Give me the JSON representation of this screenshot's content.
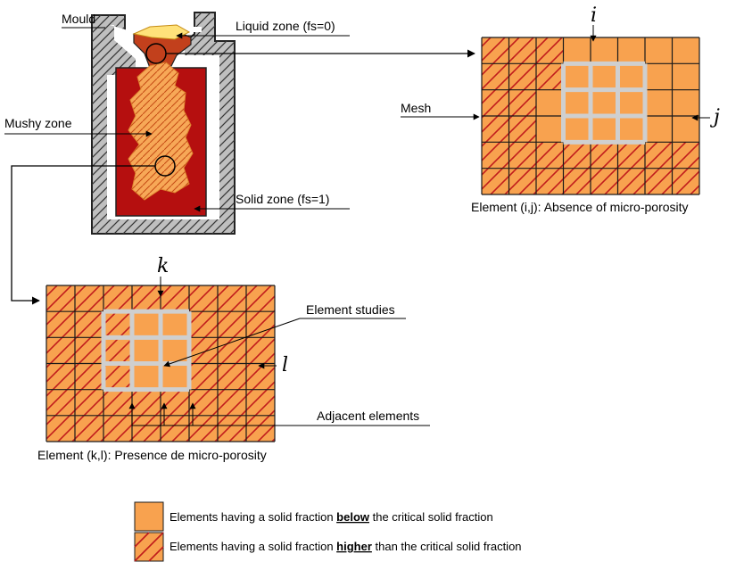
{
  "colors": {
    "orange": "#f8a24f",
    "hatch": "#c01c1c",
    "mesh_line": "#1a1a1a",
    "grid_highlight": "#cfcfcf",
    "mould_fill": "#bfbfbf",
    "solid_zone": "#b50f0f",
    "mushy_zone": "#f7a857",
    "liquid": "#ffe27a"
  },
  "casting": {
    "mould_label": "Mould",
    "liquid_label": "Liquid zone (fs=0)",
    "mushy_label": "Mushy zone",
    "solid_label": "Solid zone (fs=1)"
  },
  "mesh_ij": {
    "mesh_label": "Mesh",
    "index_i": "i",
    "index_j": "j",
    "caption": "Element (i,j): Absence of micro-porosity",
    "cols": 8,
    "rows": 6,
    "hatched_rows_from": 2
  },
  "mesh_kl": {
    "index_k": "k",
    "index_l": "l",
    "element_studies_label": "Element studies",
    "adjacent_label": "Adjacent elements",
    "caption": "Element (k,l): Presence de micro-porosity",
    "cols": 8,
    "rows": 6
  },
  "legend": {
    "below_prefix": "Elements having a solid fraction ",
    "below_keyword": "below",
    "below_suffix": " the critical solid fraction",
    "higher_prefix": "Elements having a solid fraction ",
    "higher_keyword": "higher",
    "higher_suffix": " than the critical solid fraction"
  }
}
